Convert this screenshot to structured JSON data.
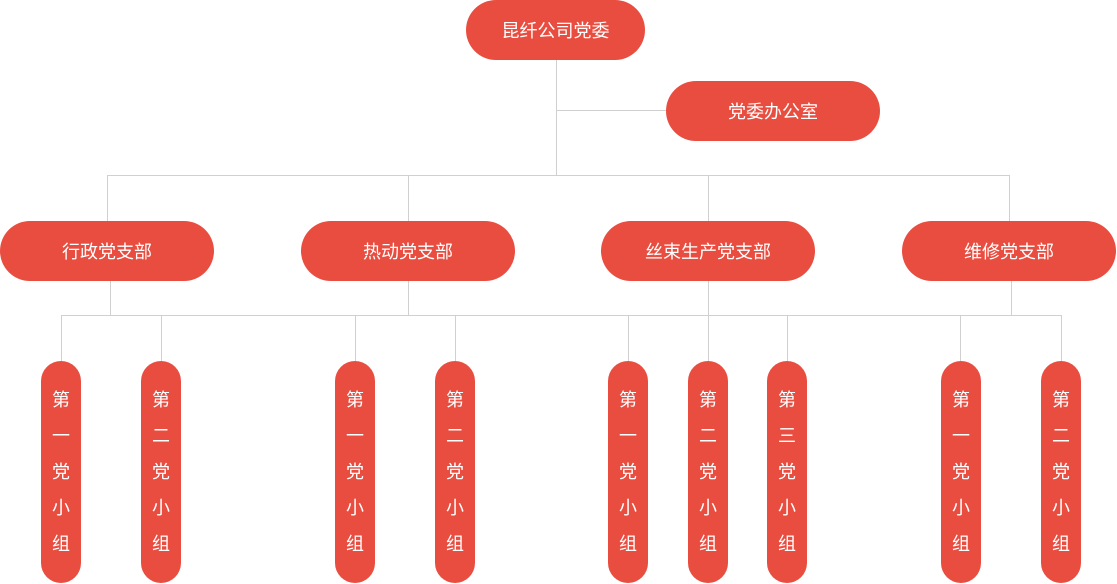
{
  "colors": {
    "node": "#e94d40",
    "connector": "#d0d0d0",
    "text": "#ffffff"
  },
  "root": {
    "label": "昆纤公司党委"
  },
  "office": {
    "label": "党委办公室"
  },
  "branches": [
    {
      "label": "行政党支部",
      "groups": [
        "第一党小组",
        "第二党小组"
      ]
    },
    {
      "label": "热动党支部",
      "groups": [
        "第一党小组",
        "第二党小组"
      ]
    },
    {
      "label": "丝束生产党支部",
      "groups": [
        "第一党小组",
        "第二党小组",
        "第三党小组"
      ]
    },
    {
      "label": "维修党支部",
      "groups": [
        "第一党小组",
        "第二党小组"
      ]
    }
  ]
}
